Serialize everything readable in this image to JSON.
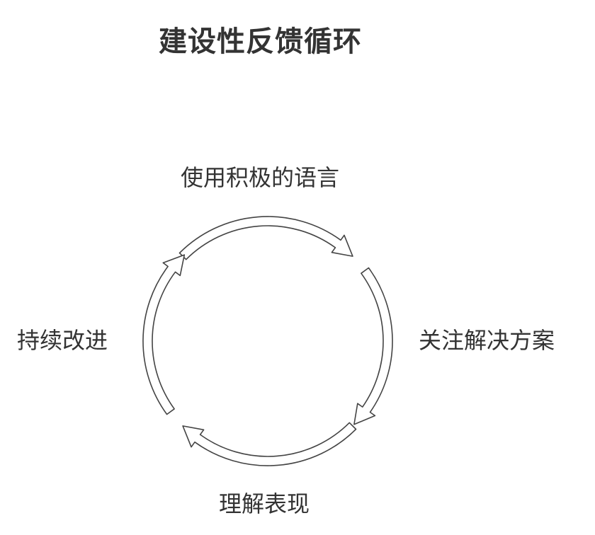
{
  "title": "建设性反馈循环",
  "steps": [
    {
      "label": "使用积极的语言",
      "position": "top"
    },
    {
      "label": "关注解决方案",
      "position": "right"
    },
    {
      "label": "理解表现",
      "position": "bottom"
    },
    {
      "label": "持续改进",
      "position": "left"
    }
  ],
  "colors": {
    "text": "#333333",
    "arrow_stroke": "#444444",
    "arrow_fill": "#ffffff",
    "background": "#ffffff"
  }
}
